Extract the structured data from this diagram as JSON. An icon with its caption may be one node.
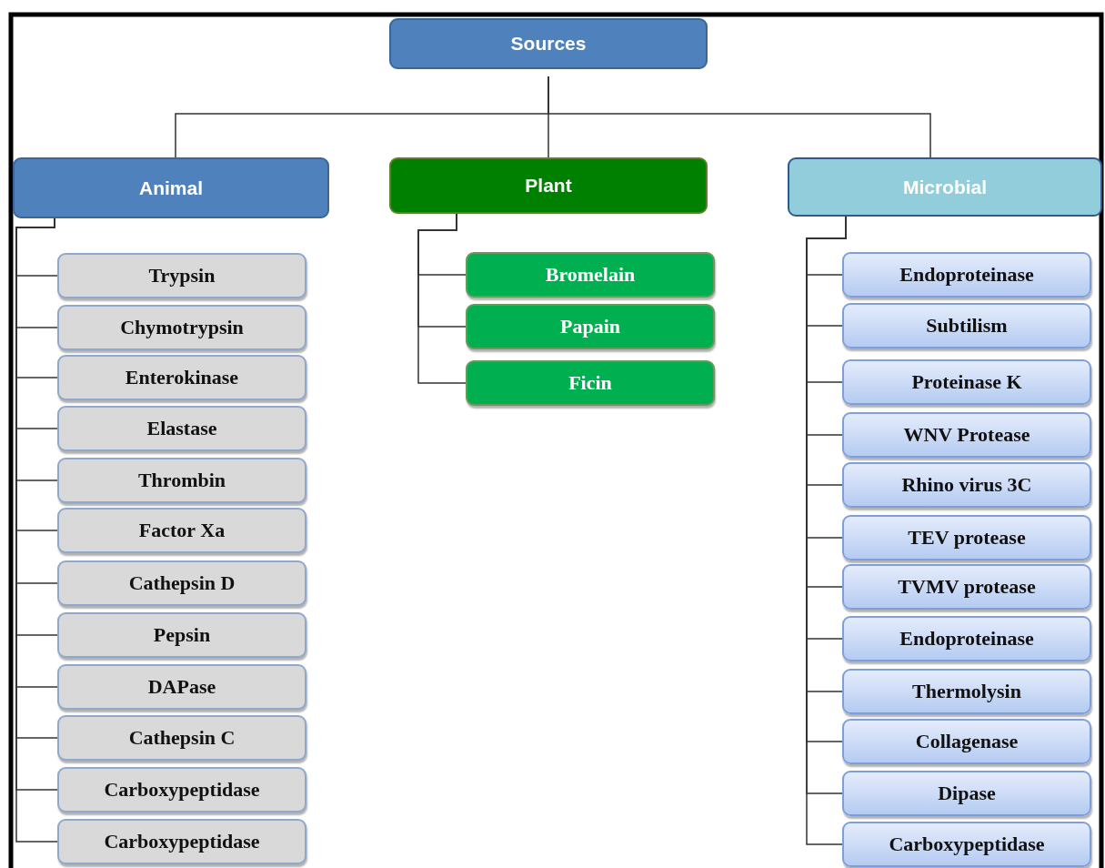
{
  "diagram": {
    "nodes": [
      {
        "text": [
          "Sources"
        ]
      },
      {
        "text": [
          "Animal"
        ]
      },
      {
        "text": [
          "Plant"
        ]
      },
      {
        "text": [
          "Microbial"
        ]
      },
      {
        "text": [
          "Trypsin"
        ]
      },
      {
        "text": [
          "Chymotrypsin"
        ]
      },
      {
        "text": [
          "Enterokinase"
        ]
      },
      {
        "text": [
          "Elastase"
        ]
      },
      {
        "text": [
          "Thrombin"
        ]
      },
      {
        "text": [
          "Factor Xa"
        ]
      },
      {
        "text": [
          "Cathepsin D"
        ]
      },
      {
        "text": [
          "Pepsin"
        ]
      },
      {
        "text": [
          "DAPase"
        ]
      },
      {
        "text": [
          "Cathepsin C"
        ]
      },
      {
        "text": [
          "Carboxypeptidase"
        ]
      },
      {
        "text": [
          "Carboxypeptidase"
        ]
      },
      {
        "text": [
          "Bromelain"
        ]
      },
      {
        "text": [
          "Papain"
        ]
      },
      {
        "text": [
          "Ficin"
        ]
      },
      {
        "text": [
          "Endoproteinase"
        ]
      },
      {
        "text": [
          "Subtilism"
        ]
      },
      {
        "text": [
          "Proteinase K"
        ]
      },
      {
        "text": [
          "WNV Protease"
        ]
      },
      {
        "text": [
          "Rhino virus 3C"
        ]
      },
      {
        "text": [
          "TEV protease"
        ]
      },
      {
        "text": [
          "TVMV protease"
        ]
      },
      {
        "text": [
          "Endoproteinase"
        ]
      },
      {
        "text": [
          "Thermolysin"
        ]
      },
      {
        "text": [
          "Collagenase"
        ]
      },
      {
        "text": [
          "Dipase"
        ]
      },
      {
        "text": [
          "Carboxypeptidase"
        ]
      }
    ],
    "edges": [
      {
        "from": 0,
        "to": 1,
        "arrow": "none"
      },
      {
        "from": 0,
        "to": 2,
        "arrow": "none"
      },
      {
        "from": 0,
        "to": 3,
        "arrow": "none"
      },
      {
        "from": 1,
        "to": 4,
        "arrow": "none"
      },
      {
        "from": 1,
        "to": 5,
        "arrow": "none"
      },
      {
        "from": 1,
        "to": 6,
        "arrow": "none"
      },
      {
        "from": 1,
        "to": 7,
        "arrow": "none"
      },
      {
        "from": 1,
        "to": 8,
        "arrow": "none"
      },
      {
        "from": 1,
        "to": 9,
        "arrow": "none"
      },
      {
        "from": 1,
        "to": 10,
        "arrow": "none"
      },
      {
        "from": 1,
        "to": 11,
        "arrow": "none"
      },
      {
        "from": 1,
        "to": 12,
        "arrow": "none"
      },
      {
        "from": 1,
        "to": 13,
        "arrow": "none"
      },
      {
        "from": 1,
        "to": 14,
        "arrow": "none"
      },
      {
        "from": 1,
        "to": 15,
        "arrow": "none"
      },
      {
        "from": 2,
        "to": 16,
        "arrow": "none"
      },
      {
        "from": 2,
        "to": 17,
        "arrow": "none"
      },
      {
        "from": 2,
        "to": 18,
        "arrow": "none"
      },
      {
        "from": 3,
        "to": 19,
        "arrow": "none"
      },
      {
        "from": 3,
        "to": 20,
        "arrow": "none"
      },
      {
        "from": 3,
        "to": 21,
        "arrow": "none"
      },
      {
        "from": 3,
        "to": 22,
        "arrow": "none"
      },
      {
        "from": 3,
        "to": 23,
        "arrow": "none"
      },
      {
        "from": 3,
        "to": 24,
        "arrow": "none"
      },
      {
        "from": 3,
        "to": 25,
        "arrow": "none"
      },
      {
        "from": 3,
        "to": 26,
        "arrow": "none"
      },
      {
        "from": 3,
        "to": 27,
        "arrow": "none"
      },
      {
        "from": 3,
        "to": 28,
        "arrow": "none"
      },
      {
        "from": 3,
        "to": 29,
        "arrow": "none"
      },
      {
        "from": 3,
        "to": 30,
        "arrow": "none"
      }
    ]
  }
}
